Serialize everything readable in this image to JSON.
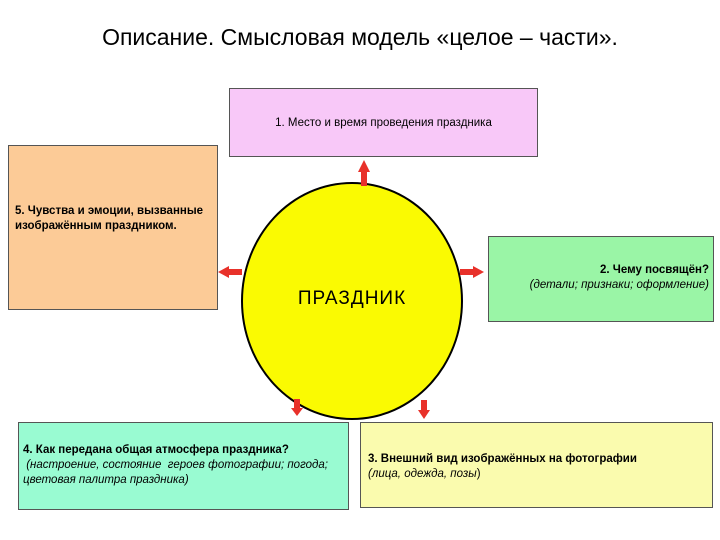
{
  "title": "Описание. Смысловая модель «целое – части».",
  "center": {
    "label": "ПРАЗДНИК",
    "color": "#fafa02"
  },
  "boxes": {
    "box1": {
      "text": "1. Место и время проведения праздника",
      "color": "#f8c8f8"
    },
    "box2": {
      "heading": "2. Чему посвящён?",
      "details": "(детали; признаки; оформление)",
      "color": "#9af5a6"
    },
    "box3": {
      "heading": "3. Внешний вид изображённых на фотографии",
      "details": "(лица, одежда, позы",
      "closing": ")",
      "color": "#fafbae"
    },
    "box4": {
      "heading": "4. Как передана общая  атмосфера праздника?",
      "details": " (настроение, состояние  героев фотографии; погода; цветовая палитра праздника)",
      "color": "#99fbd2"
    },
    "box5": {
      "text": "5. Чувства и эмоции, вызванные изображённым праздником.",
      "color": "#fccb97"
    }
  },
  "arrow_color": "#e8312a"
}
